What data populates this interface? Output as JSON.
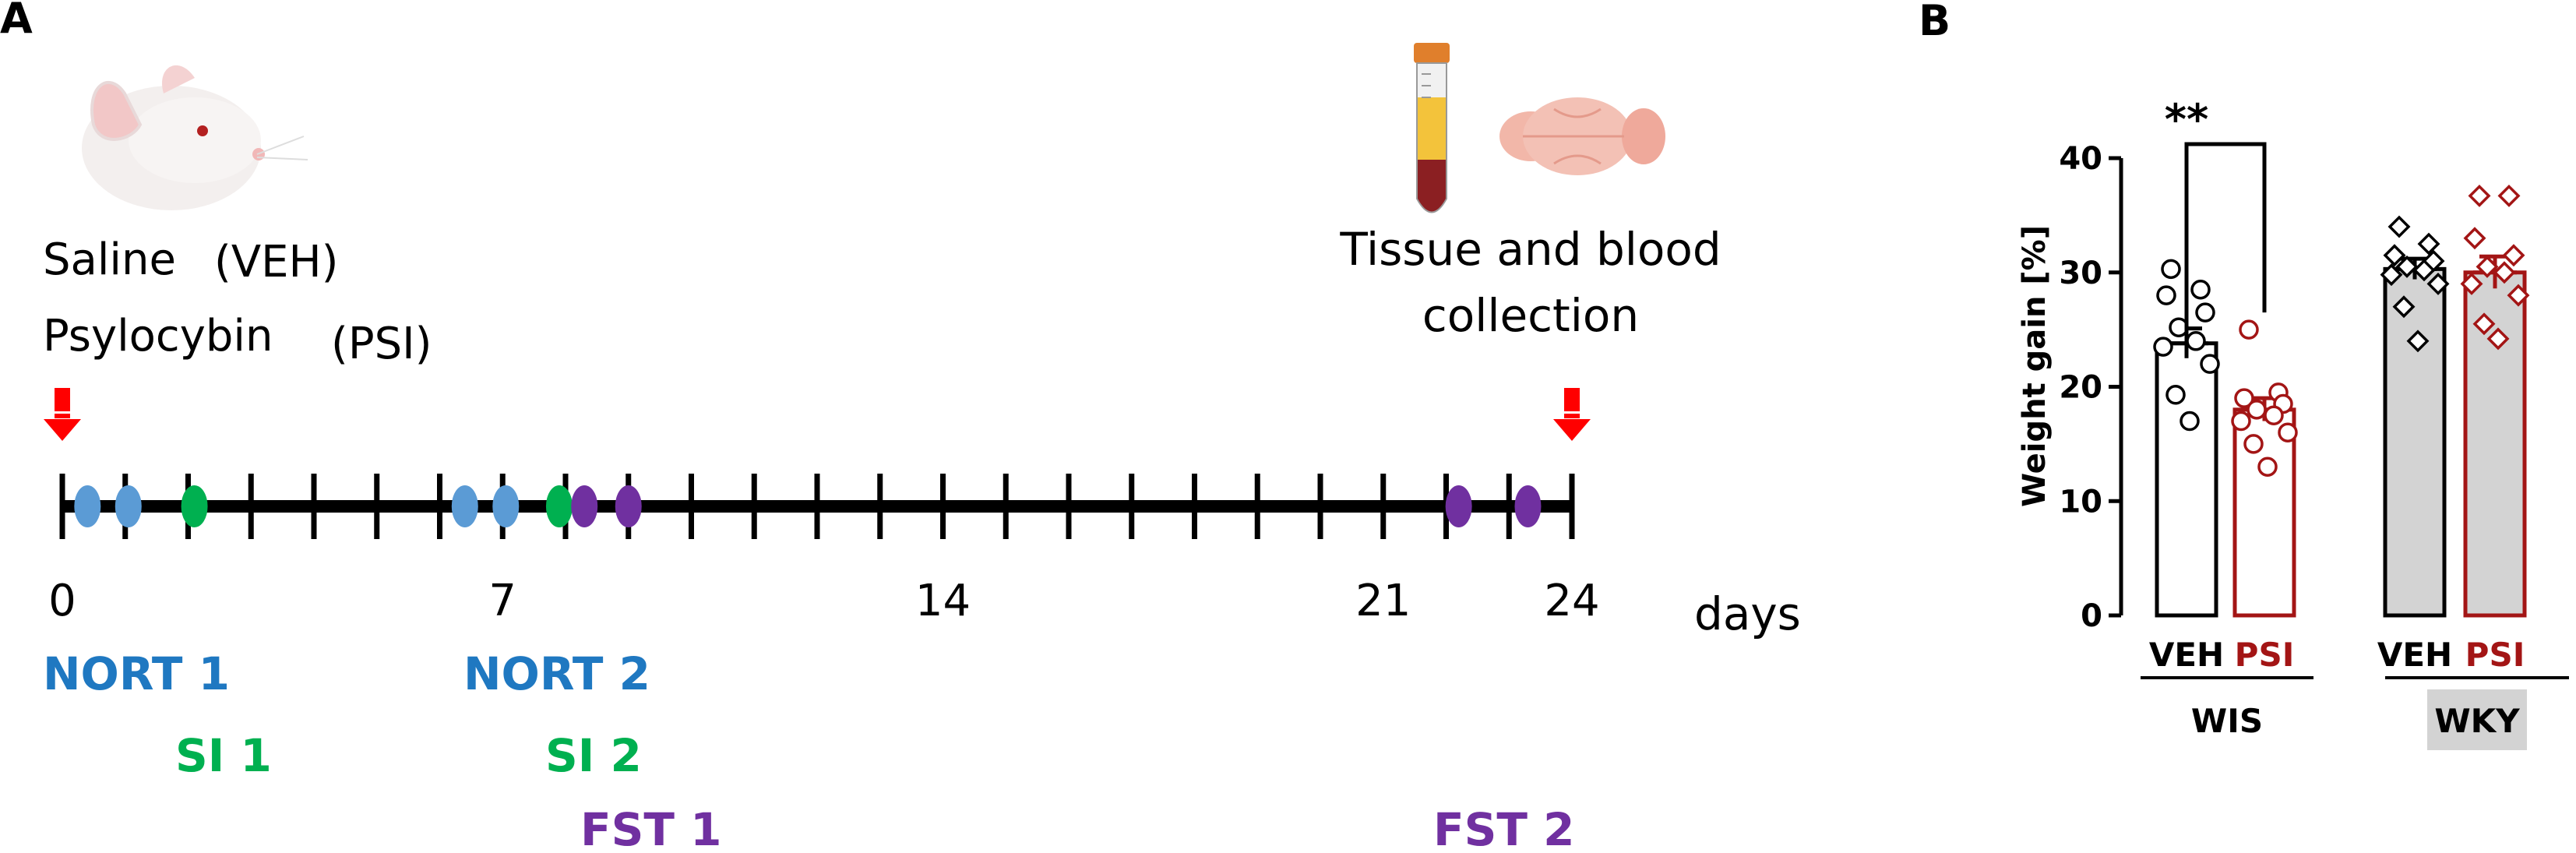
{
  "panel_a": {
    "label": "A",
    "treatments": {
      "saline": "Saline",
      "veh": "(VEH)",
      "psilocybin": "Psylocybin",
      "psi": "(PSI)"
    },
    "collection_text": [
      "Tissue and blood",
      "collection"
    ],
    "timeline": {
      "start_day": 0,
      "end_day": 24,
      "tick_days": [
        0,
        1,
        2,
        3,
        4,
        5,
        6,
        7,
        8,
        9,
        10,
        11,
        12,
        13,
        14,
        15,
        16,
        17,
        18,
        19,
        20,
        21,
        22,
        23,
        24
      ],
      "day_labels": [
        "0",
        "7",
        "14",
        "21",
        "24"
      ],
      "unit_label": "days",
      "injection_days": [
        0,
        24
      ],
      "events": [
        {
          "day": 0.4,
          "test": "NORT",
          "color": "#5b9bd5"
        },
        {
          "day": 1.05,
          "test": "NORT",
          "color": "#5b9bd5"
        },
        {
          "day": 2.1,
          "test": "SI",
          "color": "#00b050"
        },
        {
          "day": 6.4,
          "test": "NORT",
          "color": "#5b9bd5"
        },
        {
          "day": 7.05,
          "test": "NORT",
          "color": "#5b9bd5"
        },
        {
          "day": 7.9,
          "test": "SI",
          "color": "#00b050"
        },
        {
          "day": 8.3,
          "test": "FST",
          "color": "#7030a0"
        },
        {
          "day": 9.0,
          "test": "FST",
          "color": "#7030a0"
        },
        {
          "day": 22.2,
          "test": "FST",
          "color": "#7030a0"
        },
        {
          "day": 23.3,
          "test": "FST",
          "color": "#7030a0"
        }
      ]
    },
    "test_labels": [
      {
        "text": "NORT 1",
        "color": "#1f78c1"
      },
      {
        "text": "SI 1",
        "color": "#00b050"
      },
      {
        "text": "NORT 2",
        "color": "#1f78c1"
      },
      {
        "text": "SI 2",
        "color": "#00b050"
      },
      {
        "text": "FST 1",
        "color": "#7030a0"
      },
      {
        "text": "FST 2",
        "color": "#7030a0"
      }
    ],
    "colors": {
      "injection_arrow": "#ff0000"
    }
  },
  "chart_data": {
    "panel_label": "B",
    "type": "bar",
    "ylabel": "Weight gain [%]",
    "ylim": [
      0,
      40
    ],
    "yticks": [
      0,
      10,
      20,
      30,
      40
    ],
    "significance": "**",
    "groups": [
      {
        "strain": "WIS",
        "bars": [
          {
            "label": "VEH",
            "mean": 23.8,
            "sem": 1.3,
            "color": "#000000",
            "fill": "#ffffff",
            "marker": "circle",
            "points": [
              30.3,
              28.5,
              28.0,
              26.5,
              25.2,
              24.0,
              23.5,
              22.0,
              19.3,
              17.0
            ]
          },
          {
            "label": "PSI",
            "mean": 18.0,
            "sem": 1.0,
            "color": "#a31515",
            "fill": "#ffffff",
            "marker": "circle",
            "points": [
              25.0,
              19.5,
              19.0,
              18.5,
              18.0,
              17.5,
              17.0,
              16.0,
              15.0,
              13.0
            ]
          }
        ]
      },
      {
        "strain": "WKY",
        "bars": [
          {
            "label": "VEH",
            "mean": 30.3,
            "sem": 0.9,
            "color": "#000000",
            "fill": "#d3d3d3",
            "marker": "diamond",
            "points": [
              34.0,
              32.5,
              31.5,
              31.0,
              30.5,
              30.2,
              29.8,
              29.0,
              27.0,
              24.0
            ]
          },
          {
            "label": "PSI",
            "mean": 30.0,
            "sem": 1.4,
            "color": "#a31515",
            "fill": "#d3d3d3",
            "marker": "diamond",
            "points": [
              36.7,
              36.7,
              33.0,
              31.5,
              30.5,
              30.0,
              29.0,
              28.0,
              25.5,
              24.2
            ]
          }
        ]
      }
    ]
  }
}
